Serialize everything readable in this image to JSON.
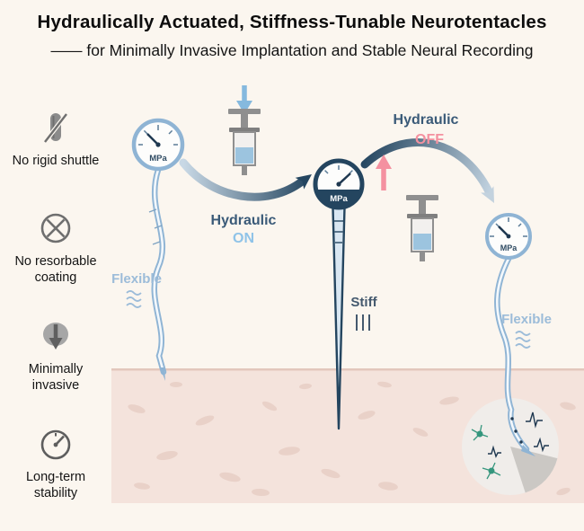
{
  "header": {
    "title": "Hydraulically Actuated, Stiffness-Tunable Neurotentacles",
    "subtitle": "—— for Minimally Invasive Implantation and Stable Neural Recording"
  },
  "sidebar": {
    "items": [
      {
        "icon": "no-rigid-shuttle-icon",
        "label": "No rigid shuttle"
      },
      {
        "icon": "no-resorbable-coating-icon",
        "label": "No resorbable coating"
      },
      {
        "icon": "minimally-invasive-icon",
        "label": "Minimally invasive"
      },
      {
        "icon": "long-term-stability-icon",
        "label": "Long-term stability"
      }
    ]
  },
  "diagram": {
    "gauge_unit": "MPa",
    "stages": {
      "left": "Flexible",
      "middle": "Stiff",
      "right": "Flexible"
    },
    "hydraulic_on": {
      "line1": "Hydraulic",
      "line2": "ON"
    },
    "hydraulic_off": {
      "line1": "Hydraulic",
      "line2": "OFF"
    },
    "icons": [
      "pressure-gauge-icon",
      "syringe-icon",
      "press-down-arrow-icon",
      "release-up-arrow-icon",
      "flexible-wave-marks-icon",
      "stiff-line-marks-icon",
      "neuron-sketch-icon",
      "spike-waveform-icon",
      "magnifier-circle"
    ],
    "colors": {
      "background": "#FBF6EF",
      "probe_light_blue": "#8FB4D4",
      "probe_dark_navy": "#24455F",
      "hydraulic_label": "#3A5A78",
      "on_blue": "#8FC3E8",
      "off_pink": "#F491A0",
      "flexible_label": "#9CBCD9",
      "stiff_label": "#44596E",
      "tissue": "#F4E3DC",
      "tissue_speckle": "#E9D1C8",
      "neuron_green": "#35967D"
    }
  }
}
